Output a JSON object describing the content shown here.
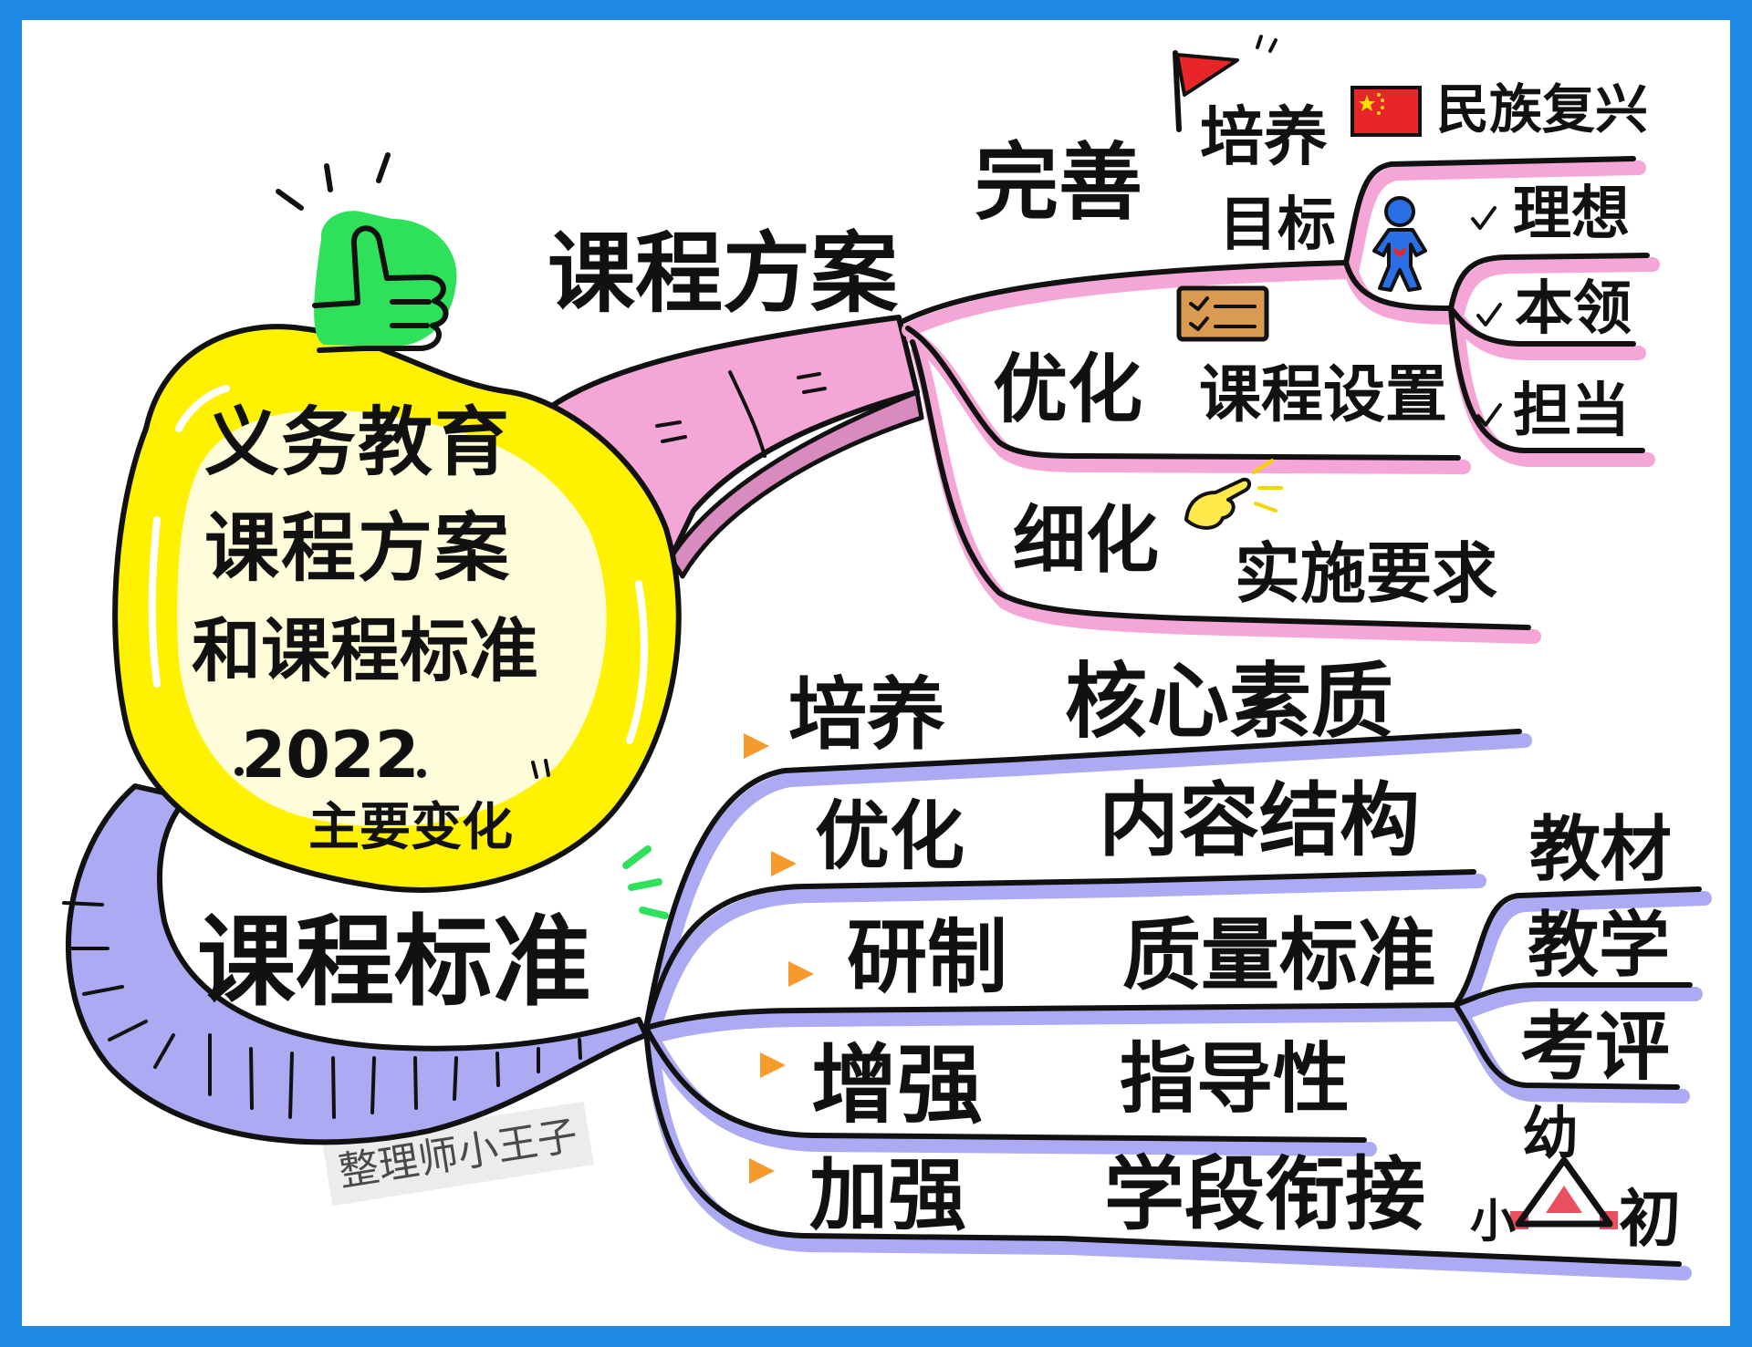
{
  "central": {
    "lines": [
      "义务教育",
      "课程方案",
      "和课程标准"
    ],
    "year": "2022",
    "subtitle": "主要变化"
  },
  "curriculum_plan": {
    "title": "课程方案",
    "action": "完善",
    "goal": {
      "lines": [
        "培养",
        "目标"
      ],
      "national": "民族复兴",
      "qualities": [
        "理想",
        "本领",
        "担当"
      ]
    },
    "items": [
      {
        "verb": "优化",
        "object": "课程设置"
      },
      {
        "verb": "细化",
        "object": "实施要求"
      }
    ]
  },
  "curriculum_standard": {
    "title": "课程标准",
    "items": [
      {
        "verb": "培养",
        "object": "核心素质"
      },
      {
        "verb": "优化",
        "object": "内容结构"
      },
      {
        "verb": "研制",
        "object": "质量标准",
        "children": [
          "教材",
          "教学",
          "考评"
        ]
      },
      {
        "verb": "增强",
        "object": "指导性"
      },
      {
        "verb": "加强",
        "object": "学段衔接",
        "stages": [
          "幼",
          "小",
          "初"
        ]
      }
    ]
  },
  "watermark": "整理师小王子",
  "icons": {
    "thumbs_up": "thumbs-up-icon",
    "flag": "red-flag-icon",
    "national_flag": "china-flag-icon",
    "person": "person-icon",
    "checklist": "checklist-card-icon",
    "pointing_hand": "pointing-hand-icon",
    "check": "check-icon",
    "bullet": "orange-triangle-icon",
    "stages": "triangle-icon"
  },
  "colors": {
    "frame": "#1e88e5",
    "center_fill": "#fff200",
    "plan_branch": "#f4a6d7",
    "standard_branch": "#abaaf3",
    "accent_green": "#2ee05a",
    "bullet_orange": "#f59b2e",
    "ink": "#111111"
  }
}
